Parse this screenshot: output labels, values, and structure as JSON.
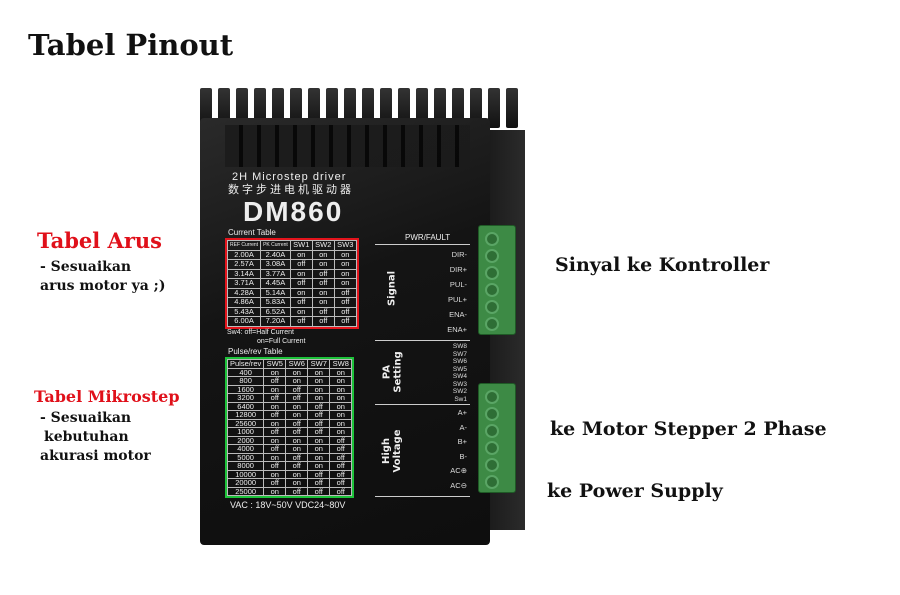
{
  "title": "Tabel Pinout",
  "annotations": {
    "arus_title": "Tabel Arus",
    "arus_note": [
      "- Sesuaikan",
      "arus motor ya ;)"
    ],
    "mikro_title": "Tabel Mikrostep",
    "mikro_note": [
      "- Sesuaikan",
      "kebutuhan",
      "akurasi motor"
    ],
    "signal": "Sinyal ke Kontroller",
    "motor": "ke Motor Stepper 2 Phase",
    "power": "ke Power Supply"
  },
  "device": {
    "subtitle": "2H Microstep driver",
    "subtitle_cn": "数字步进电机驱动器",
    "model": "DM860",
    "current_table": {
      "title": "Current Table",
      "headers": [
        "REF Current",
        "PK Current",
        "SW1",
        "SW2",
        "SW3"
      ],
      "rows": [
        [
          "2.00A",
          "2.40A",
          "on",
          "on",
          "on"
        ],
        [
          "2.57A",
          "3.08A",
          "off",
          "on",
          "on"
        ],
        [
          "3.14A",
          "3.77A",
          "on",
          "off",
          "on"
        ],
        [
          "3.71A",
          "4.45A",
          "off",
          "off",
          "on"
        ],
        [
          "4.28A",
          "5.14A",
          "on",
          "on",
          "off"
        ],
        [
          "4.86A",
          "5.83A",
          "off",
          "on",
          "off"
        ],
        [
          "5.43A",
          "6.52A",
          "on",
          "off",
          "off"
        ],
        [
          "6.00A",
          "7.20A",
          "off",
          "off",
          "off"
        ]
      ],
      "note1": "Sw4:  off=Half Current",
      "note2": "on=Full Current"
    },
    "pulse_table": {
      "title": "Pulse/rev Table",
      "headers": [
        "Pulse/rev",
        "SW5",
        "SW6",
        "SW7",
        "SW8"
      ],
      "rows": [
        [
          "400",
          "on",
          "on",
          "on",
          "on"
        ],
        [
          "800",
          "off",
          "on",
          "on",
          "on"
        ],
        [
          "1600",
          "on",
          "off",
          "on",
          "on"
        ],
        [
          "3200",
          "off",
          "off",
          "on",
          "on"
        ],
        [
          "6400",
          "on",
          "on",
          "off",
          "on"
        ],
        [
          "12800",
          "off",
          "on",
          "off",
          "on"
        ],
        [
          "25600",
          "on",
          "off",
          "off",
          "on"
        ],
        [
          "1000",
          "off",
          "off",
          "off",
          "on"
        ],
        [
          "2000",
          "on",
          "on",
          "on",
          "off"
        ],
        [
          "4000",
          "off",
          "on",
          "on",
          "off"
        ],
        [
          "5000",
          "on",
          "off",
          "on",
          "off"
        ],
        [
          "8000",
          "off",
          "off",
          "on",
          "off"
        ],
        [
          "10000",
          "on",
          "on",
          "off",
          "off"
        ],
        [
          "20000",
          "off",
          "on",
          "off",
          "off"
        ],
        [
          "25000",
          "on",
          "off",
          "off",
          "off"
        ]
      ]
    },
    "voltage": "VAC : 18V~50V   VDC24~80V",
    "pwr_fault": "PWR/FAULT",
    "groups": {
      "signal": "Signal",
      "pa": "PA Setting",
      "hv": "High Voltage"
    },
    "signal_pins": [
      "DIR-",
      "DIR+",
      "PUL-",
      "PUL+",
      "ENA-",
      "ENA+"
    ],
    "sw_labels": [
      "SW8",
      "SW7",
      "SW6",
      "SW5",
      "SW4",
      "SW3",
      "SW2",
      "Sw1"
    ],
    "hv_pins": [
      "A+",
      "A-",
      "B+",
      "B-",
      "AC⊕",
      "AC⊖"
    ]
  }
}
